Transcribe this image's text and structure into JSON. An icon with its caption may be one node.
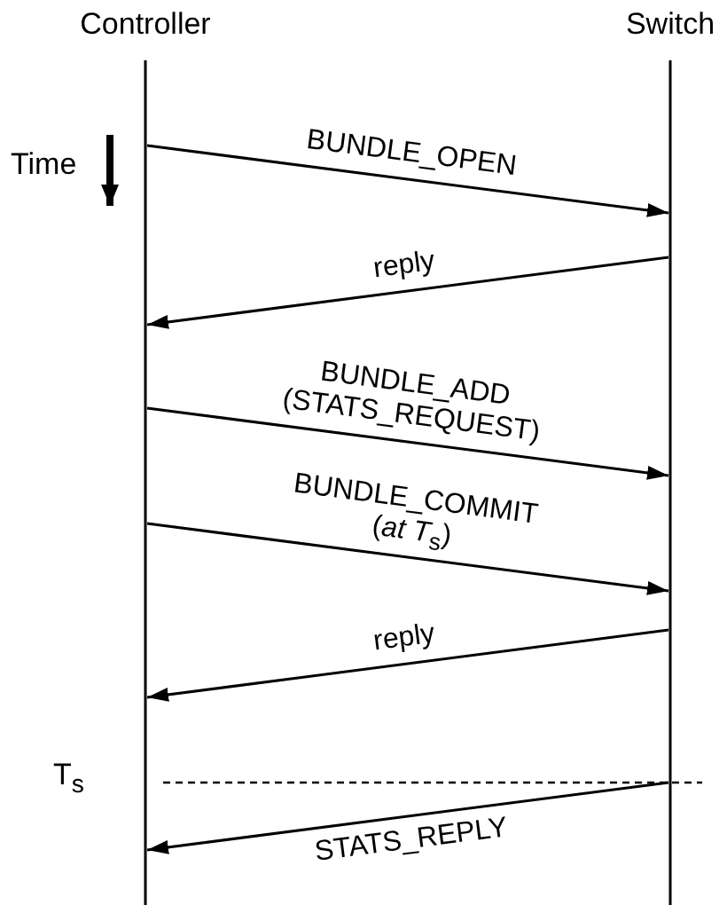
{
  "diagram": {
    "nodes": [
      {
        "text": [
          "Controller"
        ]
      },
      {
        "text": [
          "Switch"
        ]
      }
    ],
    "edges": [
      {
        "from": 0,
        "to": 1,
        "arrow": "to",
        "label": "BUNDLE_OPEN"
      },
      {
        "from": 1,
        "to": 0,
        "arrow": "to",
        "label": "reply"
      },
      {
        "from": 0,
        "to": 1,
        "arrow": "to",
        "label": "BUNDLE_ADD (STATS_REQUEST)"
      },
      {
        "from": 0,
        "to": 1,
        "arrow": "to",
        "label": "BUNDLE_COMMIT (*at T*$_{s}$)"
      },
      {
        "from": 1,
        "to": 0,
        "arrow": "to",
        "label": "reply"
      },
      {
        "from": 1,
        "to": 0,
        "arrow": "to",
        "label": "STATS_REPLY"
      }
    ],
    "labels": [
      "Time",
      "T$_{s}$"
    ]
  }
}
